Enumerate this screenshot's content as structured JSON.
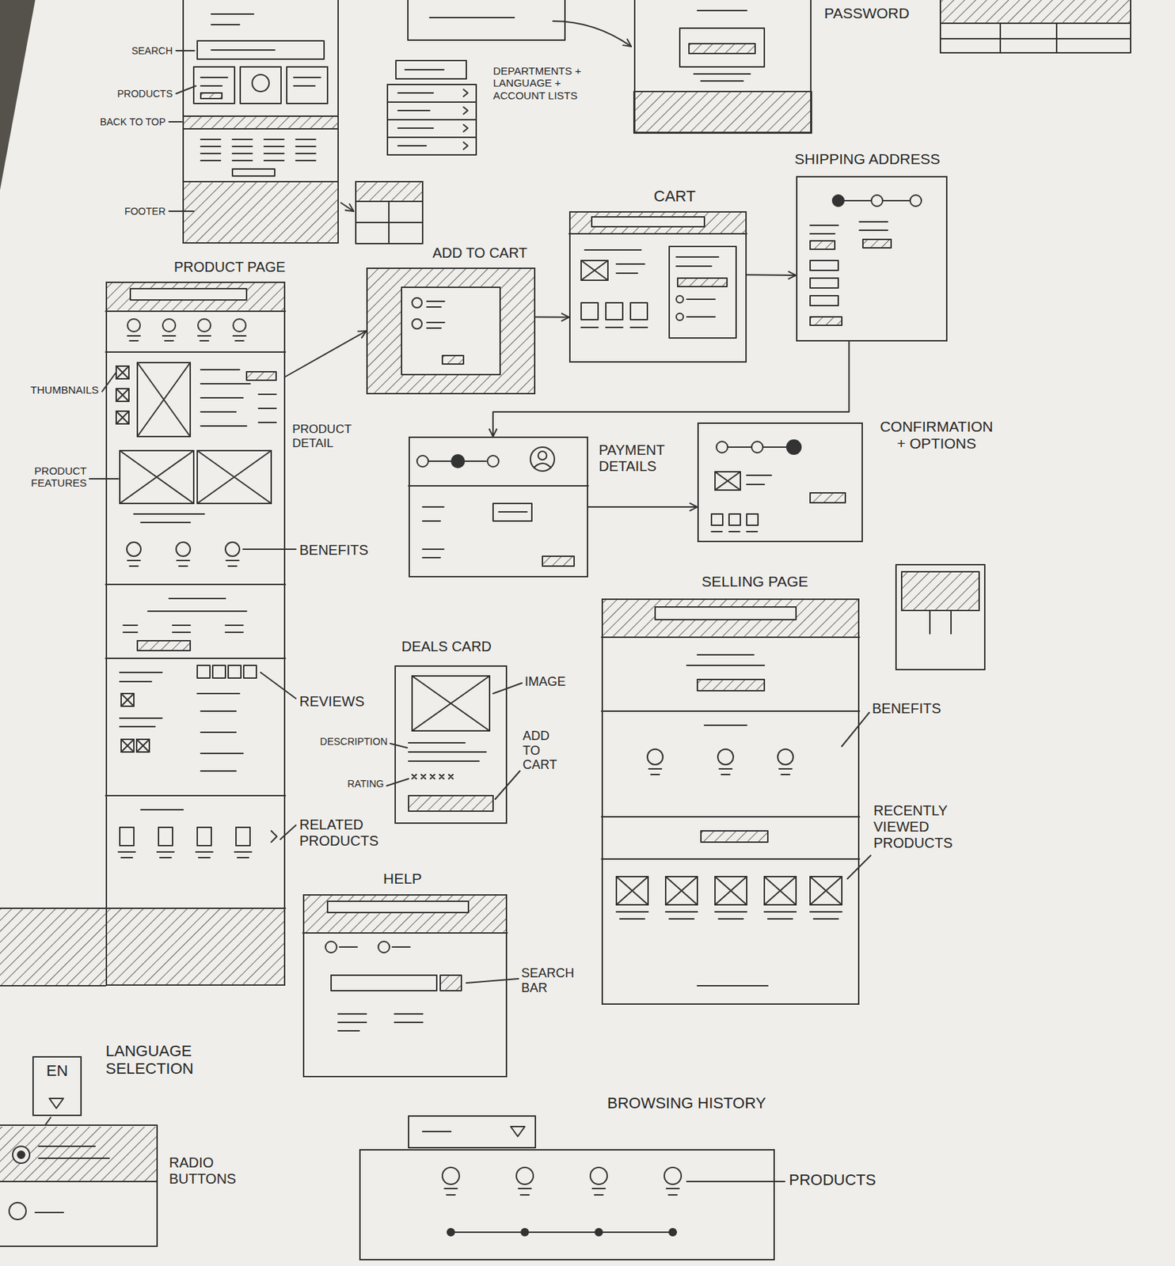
{
  "diagram": {
    "nodes": [
      {
        "text": [
          "PASSWORD"
        ]
      },
      {
        "text": [
          "PRODUCT PAGE"
        ]
      },
      {
        "text": [
          "ADD TO CART"
        ]
      },
      {
        "text": [
          "CART"
        ]
      },
      {
        "text": [
          "SHIPPING ADDRESS"
        ]
      },
      {
        "text": [
          "PAYMENT DETAILS"
        ]
      },
      {
        "text": [
          "CONFIRMATION + OPTIONS"
        ]
      },
      {
        "text": [
          "SELLING PAGE"
        ]
      },
      {
        "text": [
          "DEALS CARD"
        ]
      },
      {
        "text": [
          "HELP"
        ]
      },
      {
        "text": [
          "EN"
        ]
      },
      {
        "text": [
          "BROWSING HISTORY"
        ]
      }
    ],
    "edges": [
      {
        "from": 1,
        "to": 2,
        "arrow": "to"
      },
      {
        "from": 2,
        "to": 3,
        "arrow": "to"
      },
      {
        "from": 3,
        "to": 4,
        "arrow": "to"
      },
      {
        "from": 4,
        "to": 5,
        "arrow": "to"
      },
      {
        "from": 5,
        "to": 6,
        "arrow": "to"
      }
    ],
    "labels": [
      "SEARCH",
      "PRODUCTS",
      "BACK TO TOP",
      "FOOTER",
      "DEPARTMENTS + LANGUAGE + ACCOUNT LISTS",
      "THUMBNAILS",
      "PRODUCT DETAIL",
      "PRODUCT FEATURES",
      "BENEFITS",
      "REVIEWS",
      "RELATED PRODUCTS",
      "IMAGE",
      "DESCRIPTION",
      "ADD TO CART",
      "RATING",
      "BENEFITS",
      "RECENTLY VIEWED PRODUCTS",
      "SEARCH BAR",
      "LANGUAGE SELECTION",
      "RADIO BUTTONS",
      "PRODUCTS"
    ]
  }
}
